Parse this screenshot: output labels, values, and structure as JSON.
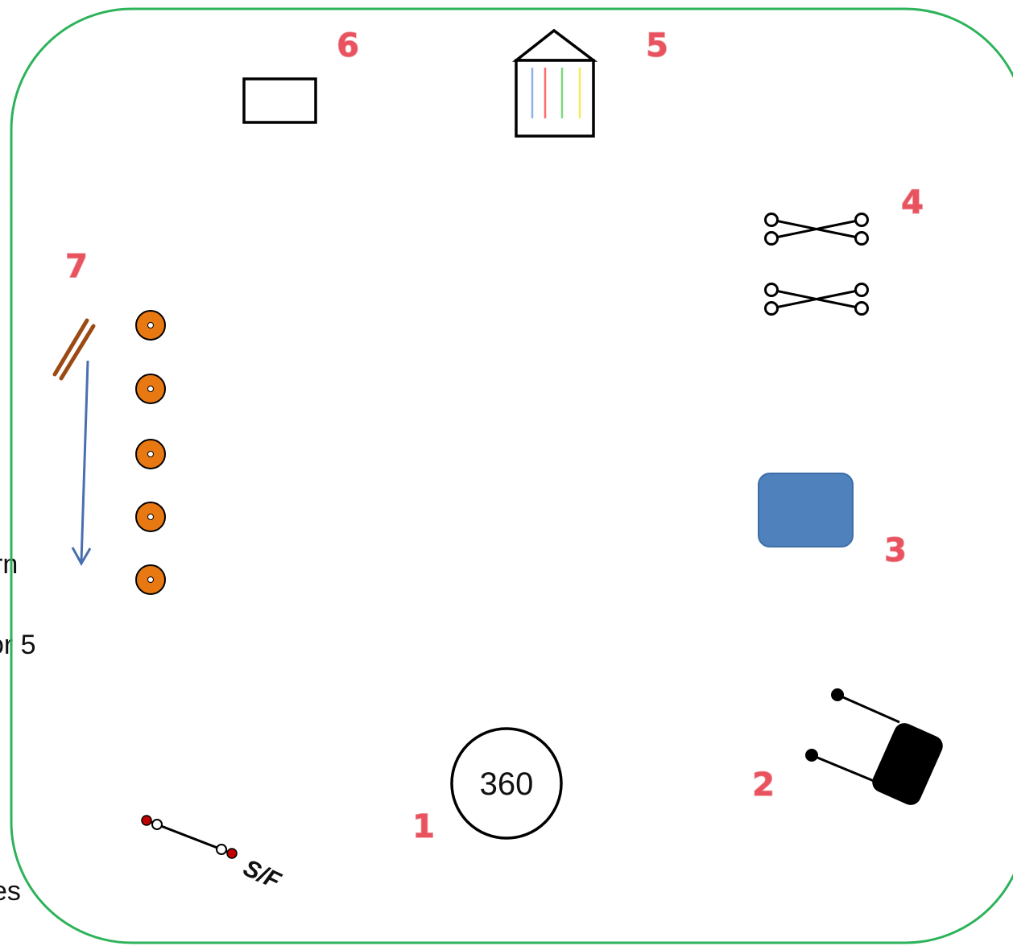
{
  "course": {
    "arena_color": "#2db35a",
    "number_color": "#e8535f",
    "stations": [
      {
        "number": "1",
        "label": "360",
        "icon": "circle-360-icon"
      },
      {
        "number": "2",
        "icon": "mounting-block-icon"
      },
      {
        "number": "3",
        "icon": "blue-box-icon",
        "color": "#4f81bd"
      },
      {
        "number": "4",
        "icon": "crossed-poles-icon"
      },
      {
        "number": "5",
        "icon": "streamer-gate-icon",
        "streamer_colors": [
          "#8fb4e3",
          "#ff6b6b",
          "#7dd87d",
          "#f5ea5a"
        ]
      },
      {
        "number": "6",
        "icon": "rectangle-marker-icon"
      },
      {
        "number": "7",
        "icon": "pole-and-cones-icon",
        "pole_color": "#9a4a12",
        "cone_color": "#e87812",
        "cone_count": 5,
        "arrow_color": "#4a6fb0"
      }
    ],
    "start_finish": {
      "label": "S/F"
    },
    "side_text": [
      "rn",
      "or 5",
      "es"
    ]
  }
}
